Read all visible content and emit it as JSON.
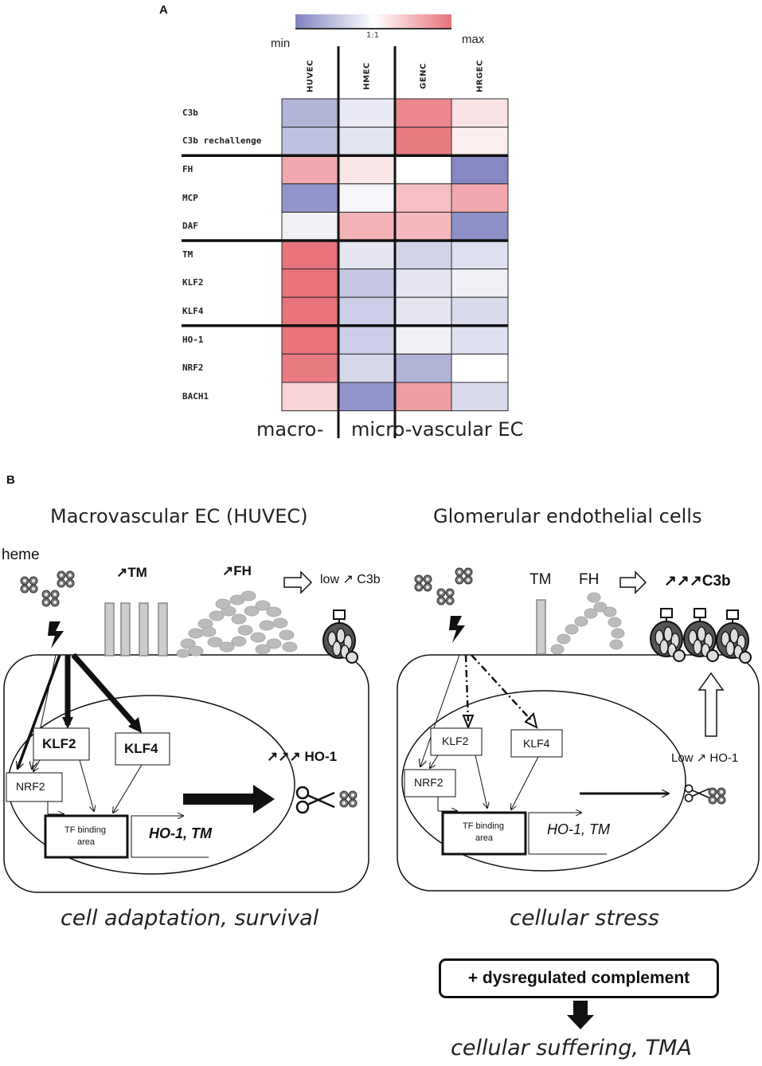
{
  "panel_a": {
    "letter": "A",
    "scale": {
      "min_label": "min",
      "mid_label": "1:1",
      "max_label": "max"
    },
    "group_labels": {
      "macro": "macro-",
      "micro": "micro-vascular EC"
    },
    "colors": {
      "min": "#7f82c0",
      "mid": "#ffffff",
      "max": "#e8737a"
    }
  },
  "chart_data": {
    "type": "heatmap",
    "columns": [
      "HUVEC",
      "HMEC",
      "GENC",
      "HRGEC"
    ],
    "rows": [
      "C3b",
      "C3b rechallenge",
      "FH",
      "MCP",
      "DAF",
      "TM",
      "KLF2",
      "KLF4",
      "HO-1",
      "NRF2",
      "BACH1"
    ],
    "values": [
      [
        -0.6,
        -0.18,
        0.85,
        0.2
      ],
      [
        -0.5,
        -0.22,
        0.95,
        0.12
      ],
      [
        0.62,
        0.18,
        0.0,
        -0.95
      ],
      [
        -0.85,
        -0.08,
        0.45,
        0.62
      ],
      [
        -0.12,
        0.55,
        0.5,
        -0.88
      ],
      [
        1.0,
        -0.2,
        -0.35,
        -0.25
      ],
      [
        1.0,
        -0.45,
        -0.2,
        -0.12
      ],
      [
        1.0,
        -0.4,
        -0.2,
        -0.3
      ],
      [
        1.0,
        -0.4,
        -0.12,
        -0.25
      ],
      [
        0.95,
        -0.32,
        -0.6,
        0.0
      ],
      [
        0.3,
        -0.85,
        0.7,
        -0.3
      ]
    ],
    "group_separators_after_row": [
      "C3b rechallenge",
      "DAF",
      "KLF4"
    ],
    "scale": {
      "min": "min",
      "mid": "1:1",
      "max": "max"
    }
  },
  "panel_b": {
    "letter": "B",
    "left": {
      "title": "Macrovascular EC (HUVEC)",
      "heme_label": "heme",
      "tm_label": "↗TM",
      "fh_label": "↗FH",
      "low_c3b_label": "low ↗ C3b",
      "klf2": "KLF2",
      "klf4": "KLF4",
      "nrf2": "NRF2",
      "tf_binding": [
        "TF binding",
        "area"
      ],
      "genes": "HO-1, TM",
      "ho1_label": "↗↗↗ HO-1",
      "caption": "cell adaptation, survival"
    },
    "right": {
      "title": "Glomerular endothelial cells",
      "tm_label": "TM",
      "fh_label": "FH",
      "c3b_label": "↗↗↗C3b",
      "klf2": "KLF2",
      "klf4": "KLF4",
      "nrf2": "NRF2",
      "tf_binding": [
        "TF binding",
        "area"
      ],
      "genes": "HO-1, TM",
      "ho1_label": "Low ↗ HO-1",
      "caption": "cellular stress",
      "dysregulated": "+ dysregulated complement",
      "final": "cellular suffering, TMA"
    }
  }
}
